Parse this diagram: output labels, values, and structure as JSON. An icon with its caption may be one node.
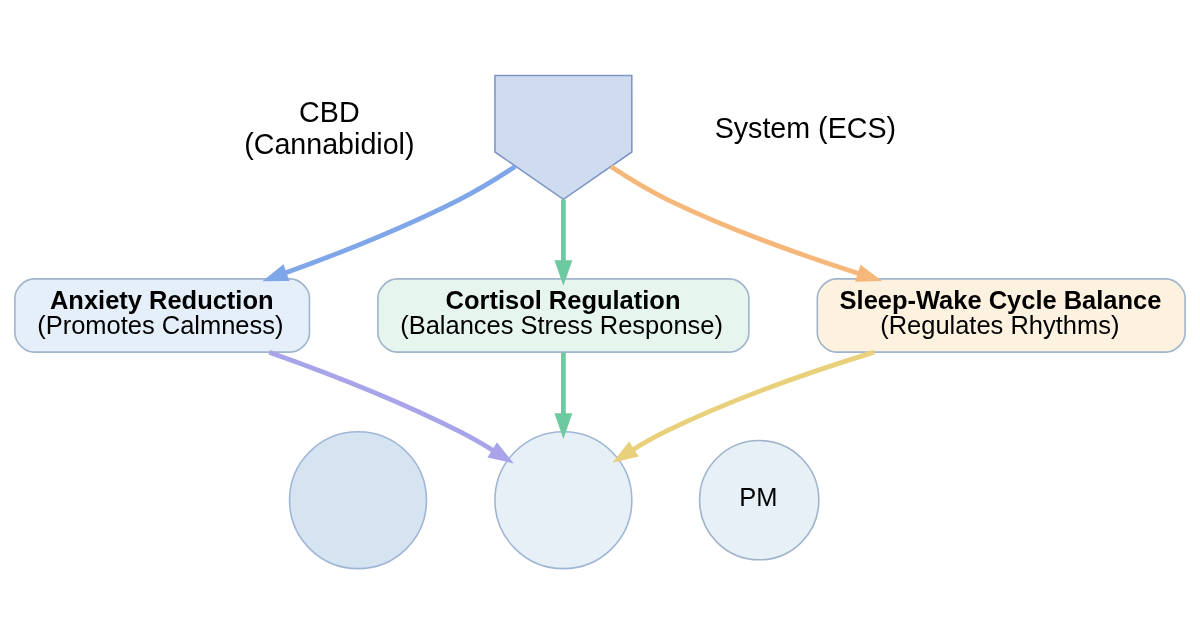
{
  "diagram": {
    "nodes": [
      {
        "text": [],
        "shape": "person"
      },
      {
        "text": [
          "Anxiety Reduction",
          "(Promotes Calmness)"
        ]
      },
      {
        "text": [
          "Cortisol Regulation",
          "(Balances Stress Response)"
        ]
      },
      {
        "text": [
          "Sleep-Wake Cycle Balance",
          "(Regulates Rhythms)"
        ]
      },
      {
        "text": [],
        "shape": "circle"
      },
      {
        "text": [],
        "shape": "circle"
      },
      {
        "text": [
          "PM"
        ]
      }
    ],
    "edges": [
      {
        "from": 0,
        "to": 1,
        "arrow": "to",
        "color": "#7fa6e8"
      },
      {
        "from": 0,
        "to": 2,
        "arrow": "to",
        "color": "#6cc9a0"
      },
      {
        "from": 0,
        "to": 3,
        "arrow": "to",
        "color": "#f5b87a"
      },
      {
        "from": 1,
        "to": 5,
        "arrow": "to",
        "color": "#a9a4ea"
      },
      {
        "from": 2,
        "to": 5,
        "arrow": "to",
        "color": "#6cc9a0"
      },
      {
        "from": 3,
        "to": 5,
        "arrow": "to",
        "color": "#e9d07a"
      }
    ],
    "labels": [
      "CBD",
      "(Cannabidiol)",
      "System (ECS)"
    ]
  }
}
